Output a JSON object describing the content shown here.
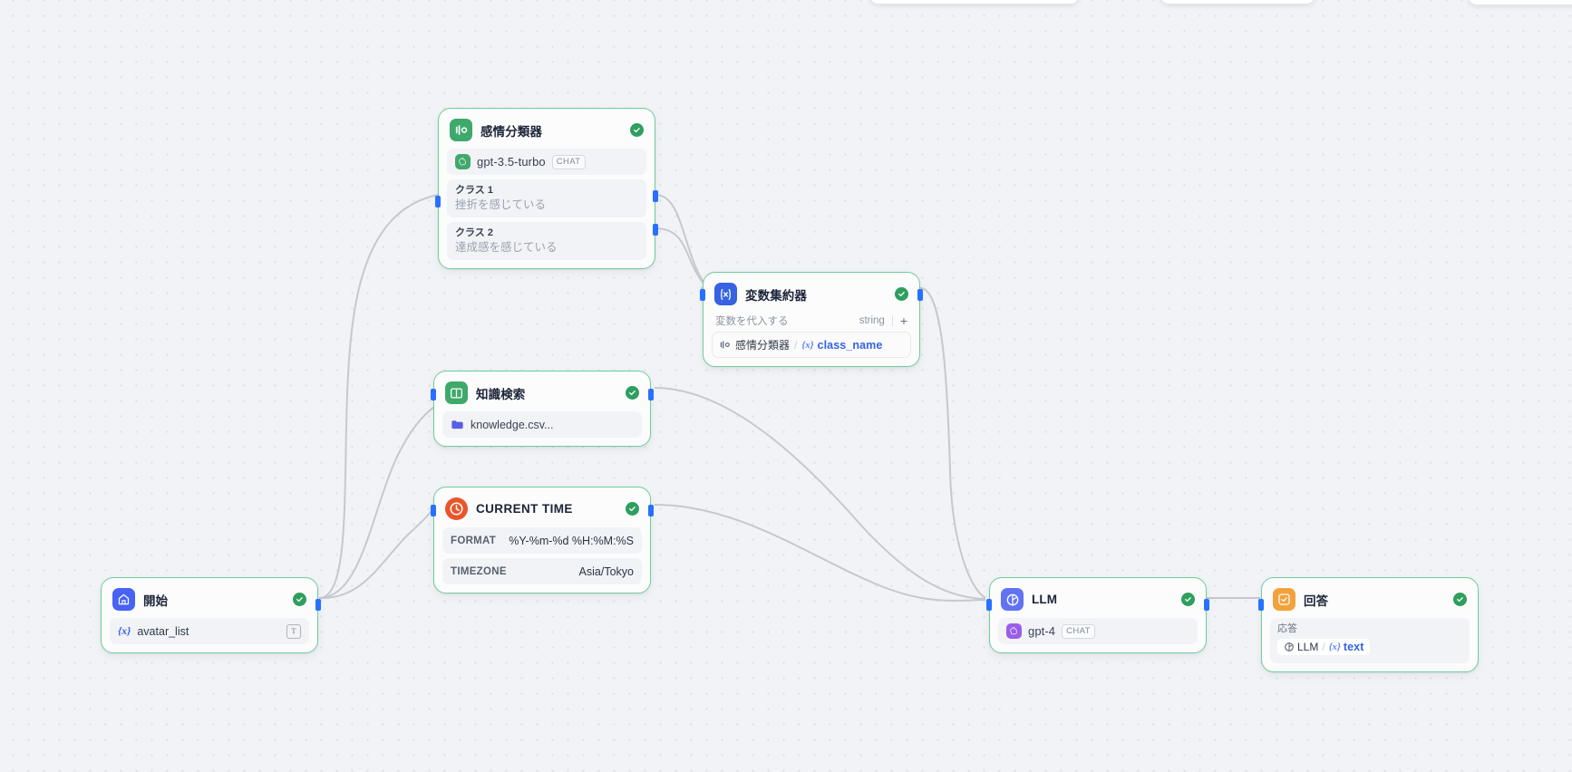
{
  "canvas": {
    "background_color": "#f1f3f7",
    "grid": "dot",
    "edge_color": "#c5c9ce",
    "node_border_color": "#6fce9a",
    "status_color": "#2f9e5f",
    "handle_color": "#2970ff"
  },
  "nodes": [
    {
      "id": "start",
      "title": "開始",
      "icon": "home-icon",
      "icon_color": "#4663f5",
      "status": "success",
      "fields": [
        {
          "kind": "variable",
          "name": "avatar_list",
          "type_badge": "T"
        }
      ]
    },
    {
      "id": "question-classifier",
      "title": "感情分類器",
      "icon": "question-classifier-icon",
      "icon_color": "#3fa96b",
      "status": "success",
      "model": {
        "name": "gpt-3.5-turbo",
        "tag": "CHAT",
        "provider_icon": "openai-icon"
      },
      "classes": [
        {
          "label": "クラス 1",
          "value": "挫折を感じている"
        },
        {
          "label": "クラス 2",
          "value": "達成感を感じている"
        }
      ]
    },
    {
      "id": "variable-aggregator",
      "title": "変数集約器",
      "icon": "variable-icon",
      "icon_color": "#3662e3",
      "status": "success",
      "assign_label": "変数を代入する",
      "output_type": "string",
      "add_button": "+",
      "variables": [
        {
          "source_node": "感情分類器",
          "source_icon": "question-classifier-icon",
          "variable": "class_name"
        }
      ]
    },
    {
      "id": "knowledge-retrieval",
      "title": "知識検索",
      "icon": "book-icon",
      "icon_color": "#3fa96b",
      "status": "success",
      "datasets": [
        {
          "name": "knowledge.csv...",
          "icon": "folder-icon"
        }
      ]
    },
    {
      "id": "current-time",
      "title": "CURRENT TIME",
      "icon": "clock-icon",
      "icon_color": "#e8562a",
      "status": "success",
      "params": [
        {
          "key": "FORMAT",
          "value": "%Y-%m-%d %H:%M:%S"
        },
        {
          "key": "TIMEZONE",
          "value": "Asia/Tokyo"
        }
      ]
    },
    {
      "id": "llm",
      "title": "LLM",
      "icon": "llm-icon",
      "icon_color": "#6172f3",
      "status": "success",
      "model": {
        "name": "gpt-4",
        "tag": "CHAT",
        "provider_icon": "openai-icon"
      }
    },
    {
      "id": "answer",
      "title": "回答",
      "icon": "answer-icon",
      "icon_color": "#f2a23c",
      "status": "success",
      "output_label": "応答",
      "output_ref": {
        "source_node": "LLM",
        "source_icon": "llm-icon",
        "variable": "text"
      }
    }
  ]
}
